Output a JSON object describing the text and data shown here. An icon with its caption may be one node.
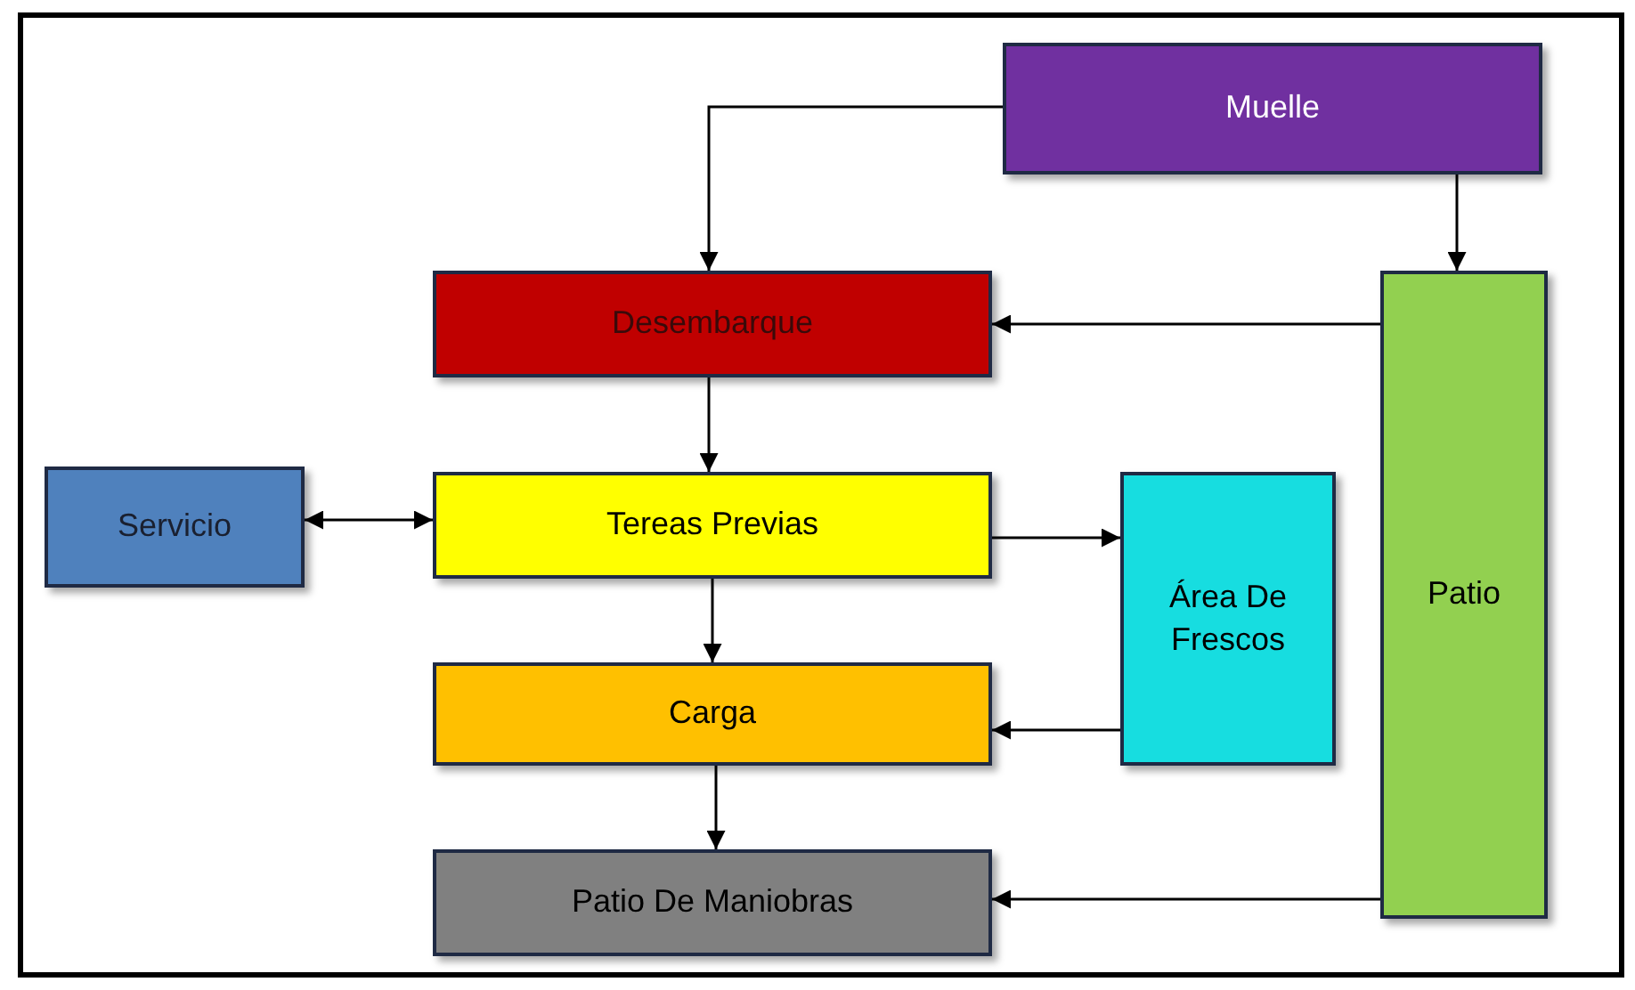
{
  "diagram": {
    "nodes": [
      {
        "text": [
          "Muelle"
        ]
      },
      {
        "text": [
          "Desembarque"
        ]
      },
      {
        "text": [
          "Servicio"
        ]
      },
      {
        "text": [
          "Tereas Previas"
        ]
      },
      {
        "text": [
          "Área De Frescos"
        ]
      },
      {
        "text": [
          "Patio"
        ]
      },
      {
        "text": [
          "Carga"
        ]
      },
      {
        "text": [
          "Patio De Maniobras"
        ]
      }
    ],
    "edges": [
      {
        "from": 0,
        "to": 1,
        "arrow": "to"
      },
      {
        "from": 0,
        "to": 5,
        "arrow": "to"
      },
      {
        "from": 5,
        "to": 1,
        "arrow": "to"
      },
      {
        "from": 1,
        "to": 3,
        "arrow": "to"
      },
      {
        "from": 2,
        "to": 3,
        "arrow": "both"
      },
      {
        "from": 3,
        "to": 4,
        "arrow": "to"
      },
      {
        "from": 3,
        "to": 6,
        "arrow": "to"
      },
      {
        "from": 4,
        "to": 6,
        "arrow": "to"
      },
      {
        "from": 6,
        "to": 7,
        "arrow": "to"
      },
      {
        "from": 5,
        "to": 7,
        "arrow": "to"
      }
    ]
  }
}
